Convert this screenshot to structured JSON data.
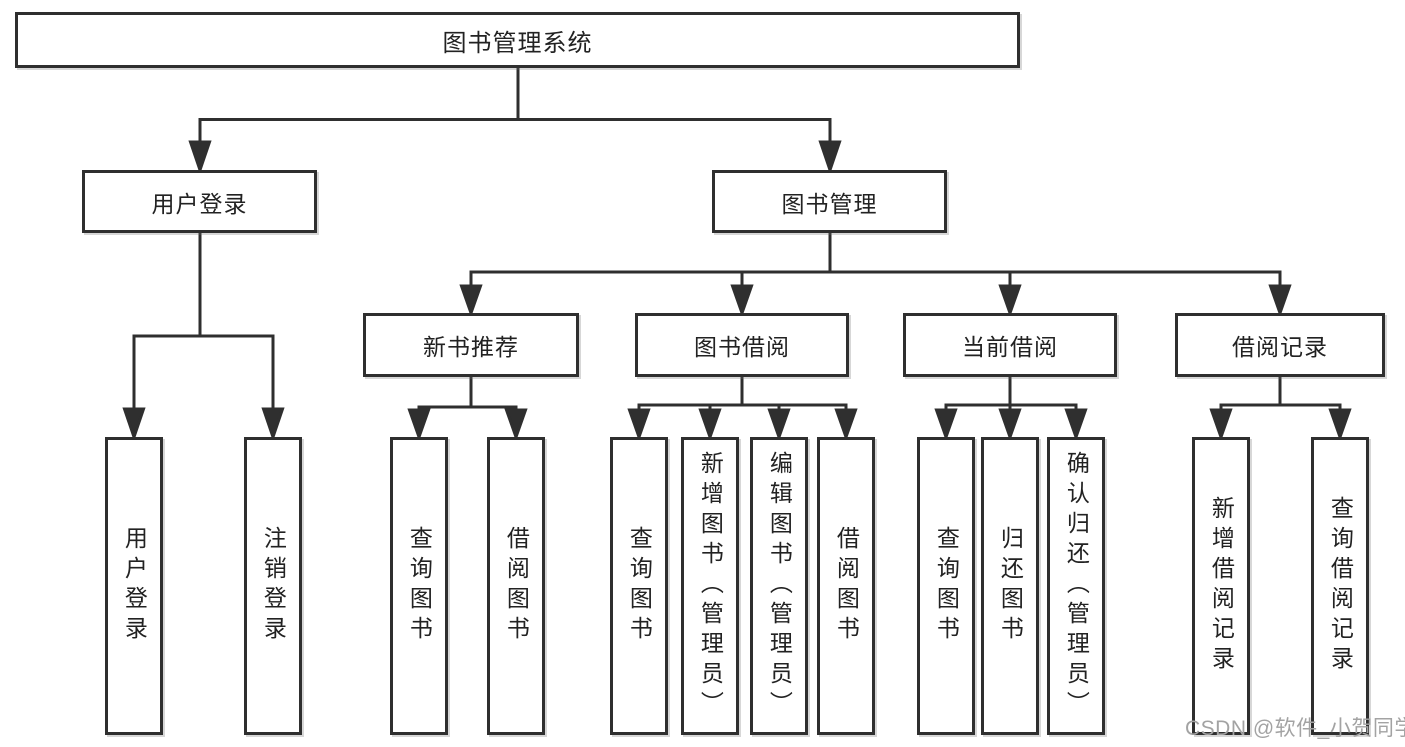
{
  "tree": {
    "root": {
      "label": "图书管理系统",
      "children": [
        {
          "label": "用户登录",
          "children": [
            {
              "label": "用户登录"
            },
            {
              "label": "注销登录"
            }
          ]
        },
        {
          "label": "图书管理",
          "children": [
            {
              "label": "新书推荐",
              "children": [
                {
                  "label": "查询图书"
                },
                {
                  "label": "借阅图书"
                }
              ]
            },
            {
              "label": "图书借阅",
              "children": [
                {
                  "label": "查询图书"
                },
                {
                  "label": "新增图书（管理员）"
                },
                {
                  "label": "编辑图书（管理员）"
                },
                {
                  "label": "借阅图书"
                }
              ]
            },
            {
              "label": "当前借阅",
              "children": [
                {
                  "label": "查询图书"
                },
                {
                  "label": "归还图书"
                },
                {
                  "label": "确认归还（管理员）"
                }
              ]
            },
            {
              "label": "借阅记录",
              "children": [
                {
                  "label": "新增借阅记录"
                },
                {
                  "label": "查询借阅记录"
                }
              ]
            }
          ]
        }
      ]
    }
  },
  "watermark": {
    "text": "CSDN @软件_小贺同学"
  },
  "colors": {
    "line": "#2f2f2f",
    "box_border": "#2f2f2f",
    "text": "#222222",
    "watermark": "#a3a3a3",
    "background": "#ffffff"
  }
}
